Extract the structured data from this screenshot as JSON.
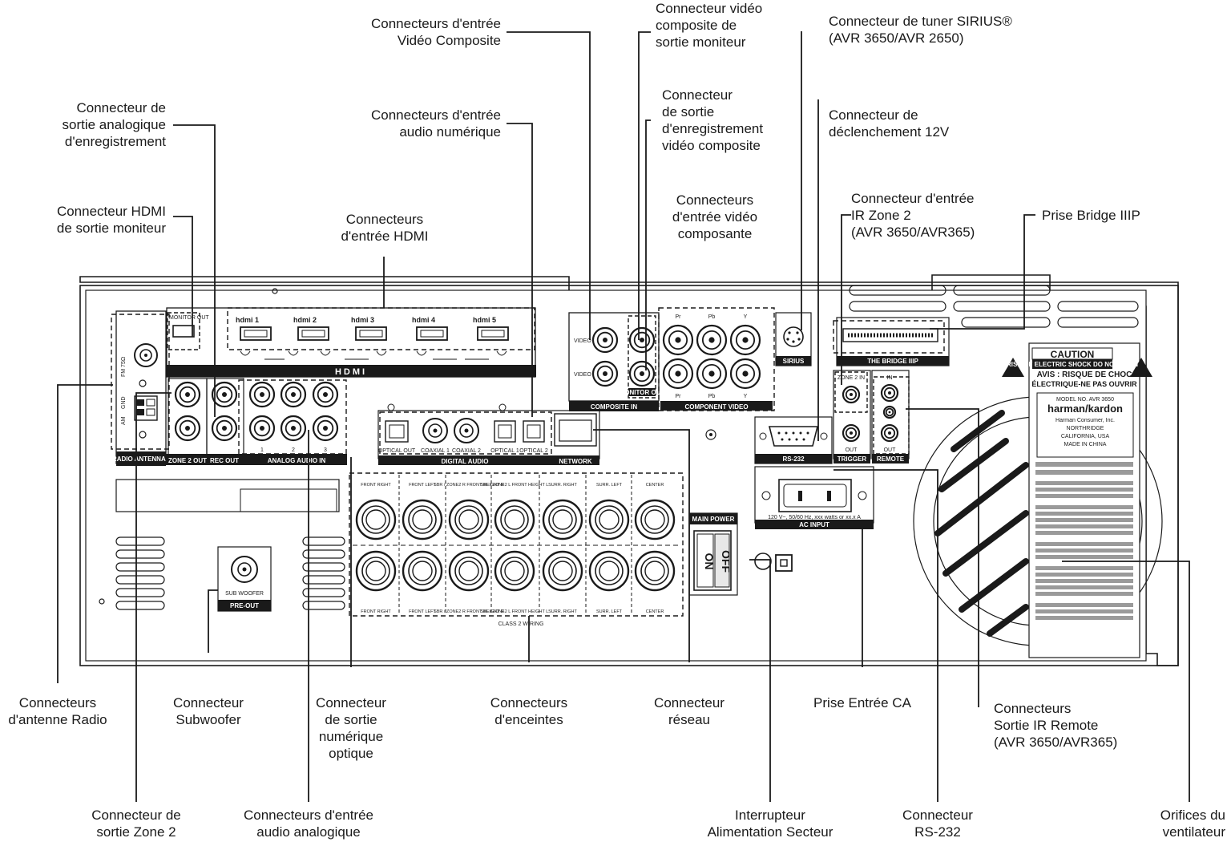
{
  "callouts": {
    "sortie_analogique_enr": [
      "Connecteur de",
      "sortie analogique",
      "d'enregistrement"
    ],
    "hdmi_sortie_moniteur": [
      "Connecteur HDMI",
      "de sortie moniteur"
    ],
    "entree_hdmi": [
      "Connecteurs",
      "d'entrée HDMI"
    ],
    "entree_video_composite": [
      "Connecteurs d'entrée",
      "Vidéo Composite"
    ],
    "entree_audio_numerique": [
      "Connecteurs d'entrée",
      "audio numérique"
    ],
    "video_composite_sortie_moniteur": [
      "Connecteur vidéo",
      "composite de",
      "sortie moniteur"
    ],
    "sortie_enr_video_composite": [
      "Connecteur",
      "de sortie",
      "d'enregistrement",
      "vidéo composite"
    ],
    "entree_video_composante": [
      "Connecteurs",
      "d'entrée vidéo",
      "composante"
    ],
    "tuner_sirius": [
      "Connecteur de tuner SIRIUS®",
      "(AVR 3650/AVR 2650)"
    ],
    "declenchement_12v": [
      "Connecteur de",
      "déclenchement 12V"
    ],
    "ir_zone2": [
      "Connecteur d'entrée",
      "IR Zone 2",
      "(AVR 3650/AVR365)"
    ],
    "bridge_iiip": [
      "Prise Bridge IIIP"
    ],
    "antenne_radio": [
      "Connecteurs",
      "d'antenne Radio"
    ],
    "subwoofer": [
      "Connecteur",
      "Subwoofer"
    ],
    "sortie_numerique_optique": [
      "Connecteur",
      "de sortie",
      "numérique",
      "optique"
    ],
    "enceintes": [
      "Connecteurs",
      "d'enceintes"
    ],
    "reseau": [
      "Connecteur",
      "réseau"
    ],
    "entree_ca": [
      "Prise Entrée CA"
    ],
    "sortie_ir_remote": [
      "Connecteurs",
      "Sortie IR Remote",
      "(AVR 3650/AVR365)"
    ],
    "sortie_zone2": [
      "Connecteur de",
      "sortie Zone 2"
    ],
    "entree_audio_analogique": [
      "Connecteurs d'entrée",
      "audio analogique"
    ],
    "interrupteur": [
      "Interrupteur",
      "Alimentation Secteur"
    ],
    "rs232": [
      "Connecteur",
      "RS-232"
    ],
    "ventilateur": [
      "Orifices du",
      "ventilateur"
    ]
  },
  "panel": {
    "hdmi_word": "HDMI",
    "hdmi_ports": [
      "1",
      "2",
      "3",
      "4",
      "5"
    ],
    "monitor_out": "MONITOR OUT",
    "fm": "FM 75Ω",
    "gnd": "GND",
    "am": "AM",
    "radio_antennas": "RADIO ANTENNAS",
    "zone2_out": "ZONE 2 OUT",
    "rec_out": "REC OUT",
    "analog_audio_in": "ANALOG AUDIO IN",
    "analog_nums": [
      "1",
      "2",
      "3"
    ],
    "digital_labels": [
      "OPTICAL OUT",
      "COAXIAL 1",
      "COAXIAL 2",
      "OPTICAL 1",
      "OPTICAL 2"
    ],
    "digital_audio": "DIGITAL AUDIO",
    "network": "NETWORK",
    "video": "VIDEO",
    "composite_in": "COMPOSITE IN",
    "component_video": "COMPONENT VIDEO",
    "comp_cols": [
      "Pr",
      "Pb",
      "Y"
    ],
    "sirius": "SIRIUS",
    "bridge": "THE BRIDGE IIIP",
    "zone2_in": "ZONE 2 IN",
    "trigger": "TRIGGER",
    "remote": "REMOTE",
    "in": "IN",
    "out": "OUT",
    "rs232": "RS-232",
    "ac_input": "AC INPUT",
    "ac_rating": "120 V~, 50/60 Hz, xxx watts or xx.x A",
    "main_power": "MAIN POWER",
    "on": "ON",
    "off": "OFF",
    "subwoofer": "SUB WOOFER",
    "pre_out": "PRE-OUT",
    "speaker_top": [
      "FRONT RIGHT",
      "FRONT LEFT",
      "SBR / ZONE2 R FRONT HEIGHT R",
      "SBL / ZONE2 L FRONT HEIGHT L",
      "SURR. RIGHT",
      "SURR. LEFT",
      "CENTER"
    ],
    "speaker_bottom": [
      "FRONT RIGHT",
      "FRONT LEFT",
      "SBR / ZONE2 R FRONT HEIGHT R",
      "SBL / ZONE2 L FRONT HEIGHT L",
      "SURR. RIGHT",
      "SURR. LEFT",
      "CENTER"
    ],
    "class2": "CLASS 2 WIRING",
    "caution": "CAUTION",
    "caution_sub": "RISK OF ELECTRIC SHOCK DO NOT OPEN",
    "avis": "AVIS : RISQUE DE CHOC",
    "avis2": "ÉLECTRIQUE-NE PAS OUVRIR",
    "model": "MODEL NO. AVR 3650",
    "brand": "harman/kardon",
    "company": [
      "Harman Consumer, Inc.",
      "NORTHRIDGE",
      "CALIFORNIA, USA",
      "MADE IN CHINA"
    ]
  }
}
